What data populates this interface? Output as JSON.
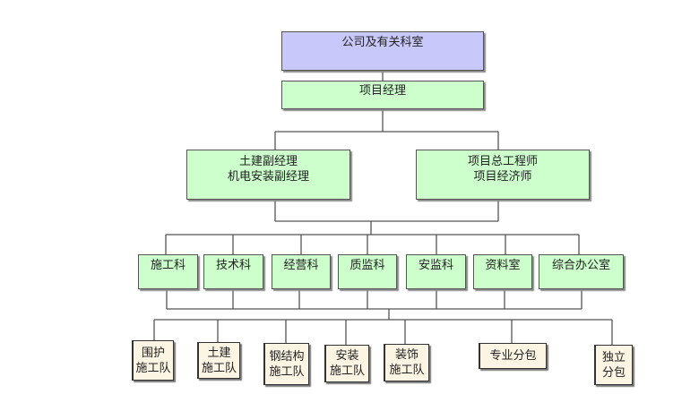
{
  "colors": {
    "company": "#c8c8fa",
    "manager": "#ccffcc",
    "department": "#ccffcc",
    "team": "#fdf5e4",
    "connector": "#555555"
  },
  "org_chart": {
    "company": {
      "lines": [
        "公司及有关科室"
      ]
    },
    "project_manager": {
      "lines": [
        "项目经理"
      ]
    },
    "deputies": [
      {
        "lines": [
          "土建副经理",
          "机电安装副经理"
        ]
      },
      {
        "lines": [
          "项目总工程师",
          "项目经济师"
        ]
      }
    ],
    "departments": [
      {
        "lines": [
          "施工科"
        ]
      },
      {
        "lines": [
          "技术科"
        ]
      },
      {
        "lines": [
          "经营科"
        ]
      },
      {
        "lines": [
          "质监科"
        ]
      },
      {
        "lines": [
          "安监科"
        ]
      },
      {
        "lines": [
          "资料室"
        ]
      },
      {
        "lines": [
          "综合办公室"
        ]
      }
    ],
    "teams": [
      {
        "lines": [
          "围护",
          "施工队"
        ]
      },
      {
        "lines": [
          "土建",
          "施工队"
        ]
      },
      {
        "lines": [
          "钢结构",
          "施工队"
        ]
      },
      {
        "lines": [
          "安装",
          "施工队"
        ]
      },
      {
        "lines": [
          "装饰",
          "施工队"
        ]
      },
      {
        "lines": [
          "专业分包"
        ]
      },
      {
        "lines": [
          "独立",
          "分包"
        ]
      }
    ]
  }
}
